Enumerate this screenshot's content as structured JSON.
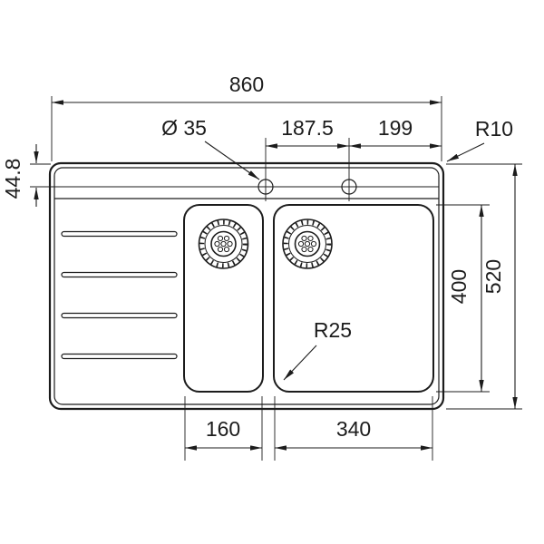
{
  "drawing": {
    "subject": "kitchen-sink-dimension-drawing",
    "view": "top",
    "labels": {
      "overall_width": "860",
      "overall_depth": "520",
      "hole_diameter": "Ø 35",
      "hole_spacing": "187.5",
      "hole_edge_offset": "199",
      "corner_radius": "R10",
      "hole_top_offset": "44.8",
      "bowl_length": "400",
      "bowl_radius": "R25",
      "small_bowl_width": "160",
      "main_bowl_width": "340"
    },
    "colors": {
      "line": "#1c1c1c",
      "background": "#ffffff"
    }
  }
}
